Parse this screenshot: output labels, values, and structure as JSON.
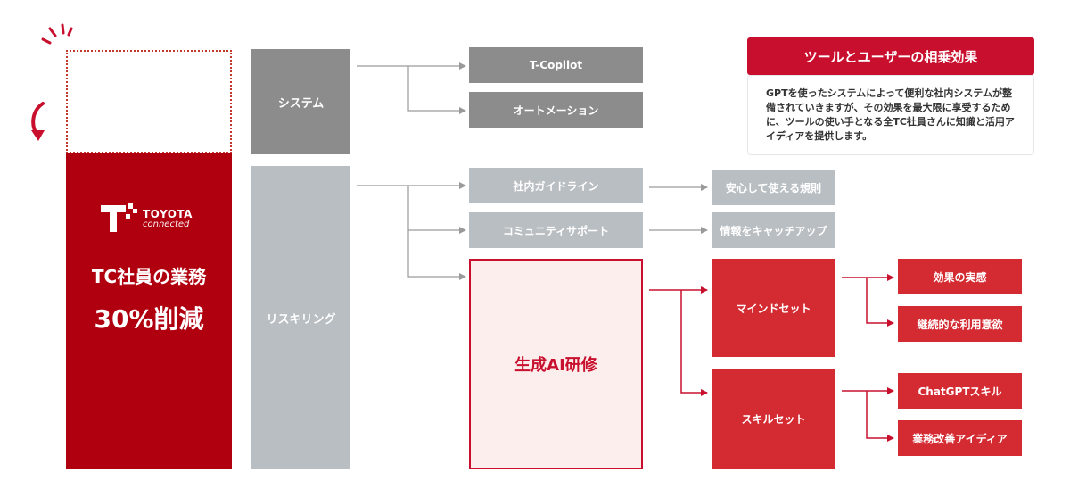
{
  "logo": {
    "word": "TOYOTA",
    "sub": "connected"
  },
  "left_column": {
    "headline": "TC社員の業務",
    "big_number": "30%削減"
  },
  "system": {
    "label": "システム",
    "items": [
      "T-Copilot",
      "オートメーション"
    ]
  },
  "reskilling": {
    "label": "リスキリング",
    "items": [
      "社内ガイドライン",
      "コミュニティサポート"
    ],
    "outcomes": [
      "安心して使える規則",
      "情報をキャッチアップ"
    ],
    "training": "生成AI研修",
    "mindset": {
      "label": "マインドセット",
      "results": [
        "効果の実感",
        "継続的な利用意欲"
      ]
    },
    "skillset": {
      "label": "スキルセット",
      "results": [
        "ChatGPTスキル",
        "業務改善アイディア"
      ]
    }
  },
  "synergy": {
    "title": "ツールとユーザーの相乗効果",
    "body": "GPTを使ったシステムによって便利な社内システムが整備されていきますが、その効果を最大限に享受するために、ツールの使い手となる全TC社員さんに知識と活用アイディアを提供します。"
  },
  "colors": {
    "brand_red": "#b0000f",
    "accent_red": "#d42b32",
    "dark_gray": "#8c8c8c",
    "light_gray": "#b9bec2"
  }
}
